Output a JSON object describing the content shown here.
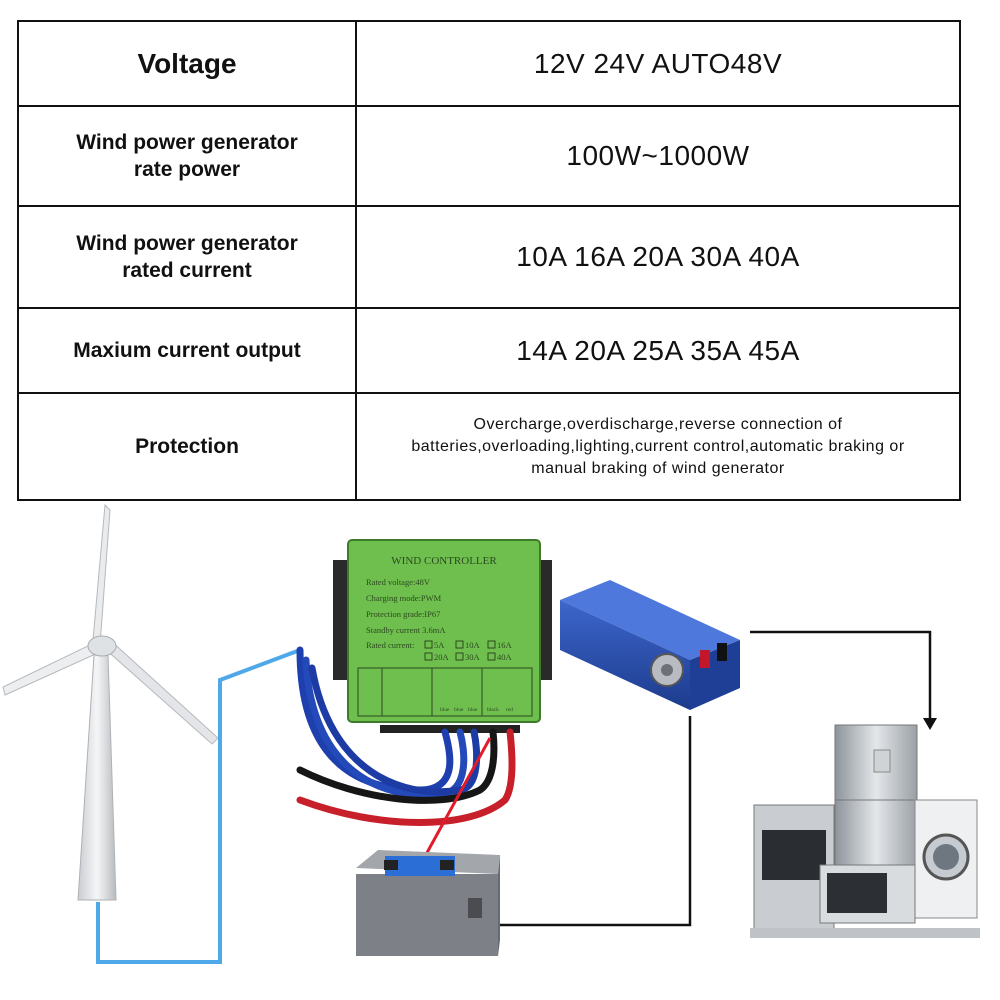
{
  "spec_table": {
    "rows": [
      {
        "label": "Voltage",
        "value": "12V 24V AUTO48V"
      },
      {
        "label_lines": [
          "Wind power generator",
          "rate power"
        ],
        "value": "100W~1000W"
      },
      {
        "label_lines": [
          "Wind power generator",
          "rated current"
        ],
        "value": "10A 16A 20A 30A 40A"
      },
      {
        "label": "Maxium current output",
        "value": "14A 20A 25A 35A 45A"
      },
      {
        "label": "Protection",
        "value_lines": [
          "Overcharge,overdischarge,reverse connection of",
          "batteries,overloading,lighting,current control,automatic braking or",
          "manual braking of wind generator"
        ]
      }
    ]
  },
  "controller": {
    "title": "WIND CONTROLLER",
    "spec_lines": [
      "Rated voltage:48V",
      "Charging mode:PWM",
      "Protection grade:IP67",
      "Standby current 3.6mA"
    ],
    "rated_current_label": "Rated current:",
    "current_options_row1": [
      "5A",
      "10A",
      "16A"
    ],
    "current_options_row2": [
      "20A",
      "30A",
      "40A"
    ],
    "terminal_labels": [
      "blue",
      "blue",
      "blue",
      "black",
      "red"
    ],
    "color": "#6fbf4f"
  },
  "colors": {
    "wire_blue": "#4fa8e8",
    "wire_black": "#111111",
    "battery_body": "#7d8086",
    "inverter_body": "#2a4fb0"
  }
}
